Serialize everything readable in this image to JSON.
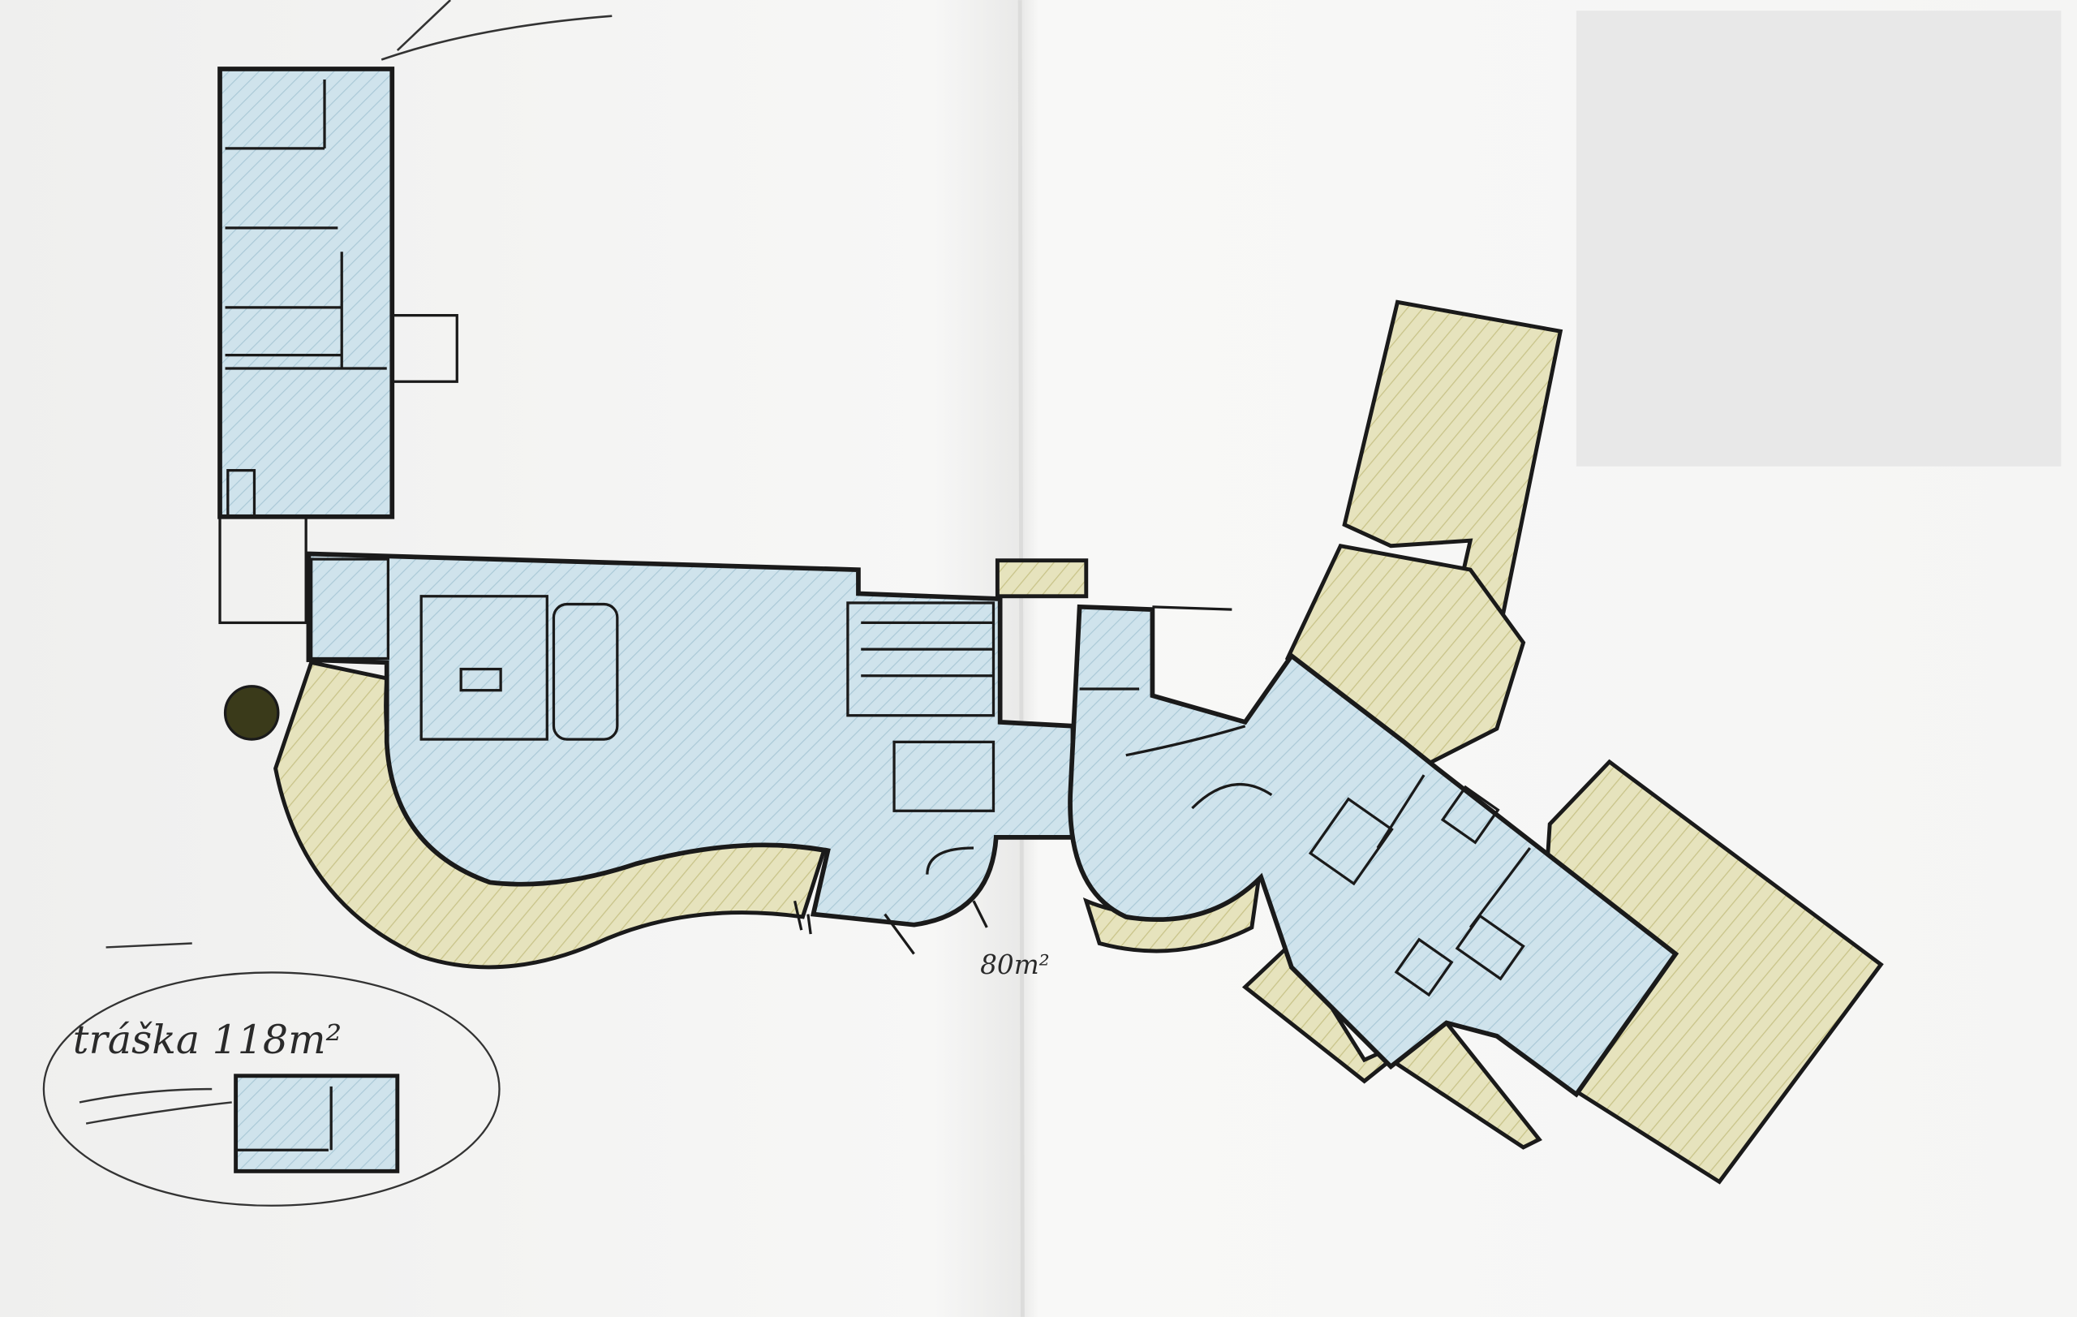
{
  "document": {
    "type": "floor plan sheet (photographed)",
    "annotations": {
      "terrace_note": "tráška 118m²",
      "area_note": "80m²"
    },
    "colors": {
      "interior_fill": "#cfe3ec",
      "terrace_fill": "#e3e0b4",
      "wall": "#1a1a1a",
      "redaction": "#e8e8e8",
      "paper": "#f4f4f3"
    }
  }
}
